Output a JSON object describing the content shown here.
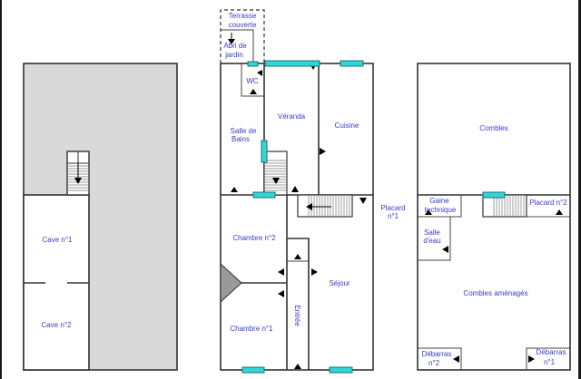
{
  "plans": {
    "basement": {
      "rooms": [
        "Cave n°1",
        "Cave n°2"
      ]
    },
    "ground_floor": {
      "rooms": {
        "terrasse_1": "Terrasse",
        "terrasse_2": "couverte",
        "abri_1": "Abri de",
        "abri_2": "jardin",
        "wc": "WC",
        "veranda": "Véranda",
        "cuisine": "Cuisine",
        "sdb_1": "Salle de",
        "sdb_2": "Bains",
        "placard1_1": "Placard",
        "placard1_2": "n°1",
        "chambre2": "Chambre n°2",
        "sejour": "Séjour",
        "entree": "Entrée",
        "chambre1": "Chambre n°1"
      }
    },
    "attic": {
      "rooms": {
        "combles": "Combles",
        "gaine_1": "Gaine",
        "gaine_2": "technique",
        "placard2": "Placard n°2",
        "salle_eau_1": "Salle",
        "salle_eau_2": "d'eau",
        "combles_amenages": "Combles aménagés",
        "debarras2_1": "Débarras",
        "debarras2_2": "n°2",
        "debarras1_1": "Débarras",
        "debarras1_2": "n°1"
      }
    }
  },
  "colors": {
    "label": "#3a3acc",
    "window": "#33d6d6",
    "unexcavated": "#d9d9d9",
    "wall": "#333333"
  }
}
